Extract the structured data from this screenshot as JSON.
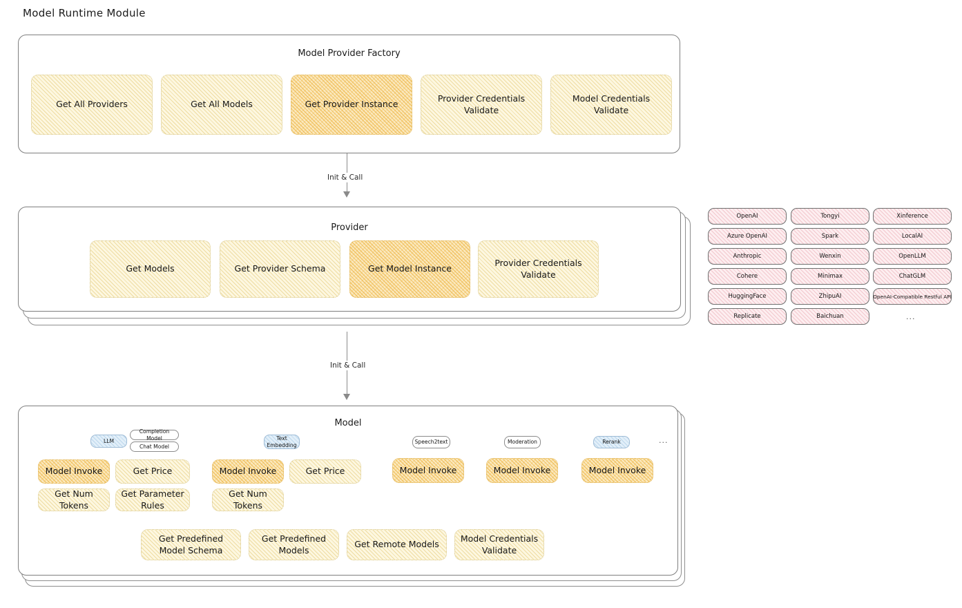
{
  "page": {
    "title": "Model Runtime Module"
  },
  "factory": {
    "title": "Model Provider Factory",
    "boxes": [
      {
        "label": "Get All Providers",
        "highlight": false
      },
      {
        "label": "Get All Models",
        "highlight": false
      },
      {
        "label": "Get Provider Instance",
        "highlight": true
      },
      {
        "label": "Provider Credentials Validate",
        "highlight": false
      },
      {
        "label": "Model Credentials Validate",
        "highlight": false
      }
    ]
  },
  "arrows": [
    {
      "label": "Init & Call"
    },
    {
      "label": "Init & Call"
    }
  ],
  "provider": {
    "title": "Provider",
    "boxes": [
      {
        "label": "Get Models",
        "highlight": false
      },
      {
        "label": "Get Provider Schema",
        "highlight": false
      },
      {
        "label": "Get Model Instance",
        "highlight": true
      },
      {
        "label": "Provider Credentials Validate",
        "highlight": false
      }
    ]
  },
  "provider_tags": {
    "columns": [
      [
        "OpenAI",
        "Azure OpenAI",
        "Anthropic",
        "Cohere",
        "HuggingFace",
        "Replicate"
      ],
      [
        "Tongyi",
        "Spark",
        "Wenxin",
        "Minimax",
        "ZhipuAI",
        "Baichuan"
      ],
      [
        "Xinference",
        "LocalAI",
        "OpenLLM",
        "ChatGLM",
        "OpenAI-Compatible Restful API"
      ]
    ],
    "ellipsis": "..."
  },
  "model": {
    "title": "Model",
    "ellipsis": "...",
    "columns": [
      {
        "badge": "LLM",
        "badge_style": "blue",
        "sub_badges": [
          "Completion Model",
          "Chat Model"
        ],
        "boxes": [
          {
            "label": "Model Invoke",
            "highlight": true
          },
          {
            "label": "Get Price",
            "highlight": false
          },
          {
            "label": "Get Num Tokens",
            "highlight": false
          },
          {
            "label": "Get Parameter Rules",
            "highlight": false
          }
        ]
      },
      {
        "badge": "Text\nEmbedding",
        "badge_style": "blue",
        "sub_badges": [],
        "boxes": [
          {
            "label": "Model Invoke",
            "highlight": true
          },
          {
            "label": "Get Price",
            "highlight": false
          },
          {
            "label": "Get Num Tokens",
            "highlight": false
          }
        ]
      },
      {
        "badge": "Speech2text",
        "badge_style": "plain",
        "sub_badges": [],
        "boxes": [
          {
            "label": "Model Invoke",
            "highlight": true
          }
        ]
      },
      {
        "badge": "Moderation",
        "badge_style": "plain",
        "sub_badges": [],
        "boxes": [
          {
            "label": "Model Invoke",
            "highlight": true
          }
        ]
      },
      {
        "badge": "Rerank",
        "badge_style": "blue",
        "sub_badges": [],
        "boxes": [
          {
            "label": "Model Invoke",
            "highlight": true
          }
        ]
      }
    ],
    "common_boxes": [
      "Get Predefined Model Schema",
      "Get Predefined Models",
      "Get Remote Models",
      "Model Credentials Validate"
    ]
  }
}
